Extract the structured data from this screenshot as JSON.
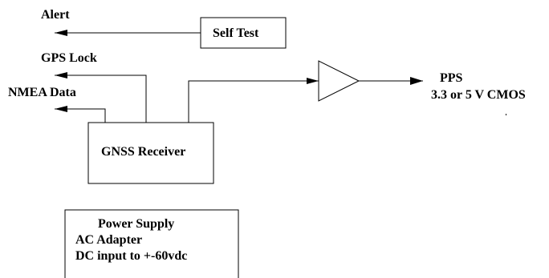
{
  "outputs": {
    "alert": "Alert",
    "gps_lock": "GPS Lock",
    "nmea_data": "NMEA Data",
    "pps": "PPS",
    "pps_level": "3.3 or 5 V CMOS"
  },
  "blocks": {
    "self_test": "Self Test",
    "gnss_receiver": "GNSS Receiver",
    "power_supply": {
      "title": "Power Supply",
      "line1": "AC Adapter",
      "line2": "DC input to +-60vdc"
    }
  }
}
